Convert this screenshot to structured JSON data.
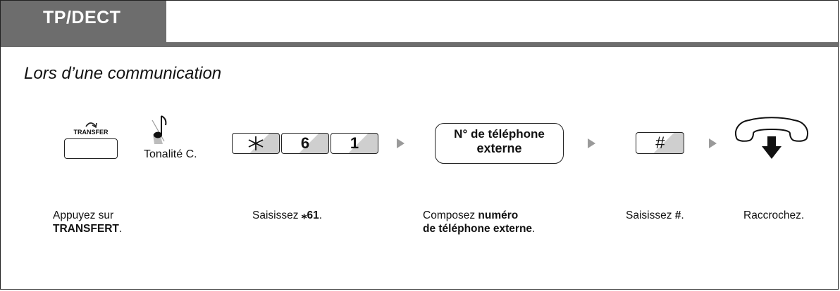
{
  "header": {
    "tab_label": "TP/DECT"
  },
  "subtitle": "Lors d’une communication",
  "steps": {
    "transfer": {
      "button_text": "TRANSFER",
      "caption_line1": "Appuyez sur",
      "caption_line2": "TRANSFERT",
      "caption_line2_suffix": "."
    },
    "tone": {
      "label": "Tonalité C."
    },
    "feature_code": {
      "keys": [
        "⁎",
        "6",
        "1"
      ],
      "caption_prefix": "Saisissez ",
      "caption_code": "⁎61",
      "caption_suffix": "."
    },
    "external_number": {
      "box_line1": "N° de téléphone",
      "box_line2": "externe",
      "caption_prefix": "Composez ",
      "caption_bold1": "numéro",
      "caption_bold2": "de téléphone externe",
      "caption_suffix": "."
    },
    "hash": {
      "key": "#",
      "caption_prefix": "Saisissez ",
      "caption_bold": "#",
      "caption_suffix": "."
    },
    "hangup": {
      "caption": "Raccrochez."
    }
  }
}
